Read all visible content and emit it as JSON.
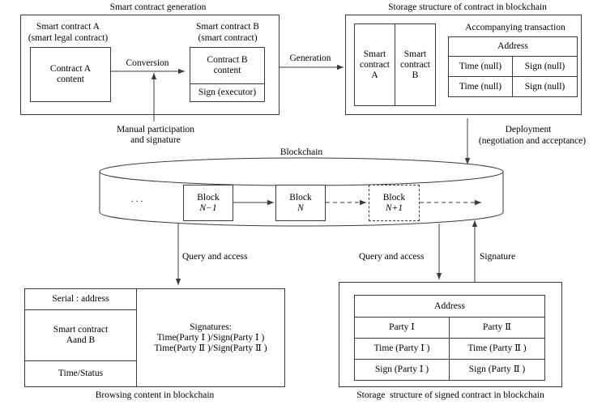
{
  "figure": {
    "title_top_left": "Smart contract generation",
    "title_top_right": "Storage structure of contract in blockchain",
    "title_middle": "Blockchain",
    "caption_bottom_left": "Browsing content in blockchain",
    "caption_bottom_right": "Storage  structure of signed contract in blockchain"
  },
  "top_left": {
    "contract_a_heading_line1": "Smart contract A",
    "contract_a_heading_line2": "(smart legal contract)",
    "contract_a_box_line1": "Contract A",
    "contract_a_box_line2": "content",
    "contract_b_heading_line1": "Smart contract B",
    "contract_b_heading_line2": "(smart contract)",
    "contract_b_box_line1": "Contract B",
    "contract_b_box_line2": "content",
    "contract_b_sign": "Sign (executor)",
    "arrow_conversion": "Conversion",
    "manual_line1": "Manual participation",
    "manual_line2": "and signature"
  },
  "top_right": {
    "arrow_generation": "Generation",
    "smart_contract_a": "Smart\ncontract\nA",
    "smart_contract_b": "Smart\ncontract\nB",
    "accompanying_title": "Accompanying transaction",
    "table": {
      "header": "Address",
      "rows": [
        [
          "Time (null)",
          "Sign (null)"
        ],
        [
          "Time (null)",
          "Sign (null)"
        ]
      ]
    },
    "deployment_line1": "Deployment",
    "deployment_line2": "(negotiation and acceptance)"
  },
  "blockchain": {
    "ellipsis": "···",
    "blocks": [
      {
        "line1": "Block",
        "line2": "N−1",
        "style": "solid"
      },
      {
        "line1": "Block",
        "line2": "N",
        "style": "solid"
      },
      {
        "line1": "Block",
        "line2": "N+1",
        "style": "dashed"
      }
    ]
  },
  "arrows": {
    "query_left": "Query and access",
    "query_right": "Query and access",
    "signature": "Signature"
  },
  "bottom_left": {
    "row1": "Serial : address",
    "row2_line1": "Smart contract",
    "row2_line2": "Aand B",
    "row3": "Time/Status",
    "right_line1": "Signatures:",
    "right_line2": "Time(Party Ⅰ )/Sign(Party Ⅰ )",
    "right_line3": "Time(Party Ⅱ )/Sign(Party Ⅱ )"
  },
  "bottom_right": {
    "header": "Address",
    "rows": [
      [
        "Party Ⅰ",
        "Party Ⅱ"
      ],
      [
        "Time (Party Ⅰ )",
        "Time (Party Ⅱ )"
      ],
      [
        "Sign (Party Ⅰ )",
        "Sign (Party Ⅱ )"
      ]
    ]
  },
  "colors": {
    "stroke": "#3b3b3b",
    "text": "#000000",
    "background": "#ffffff"
  }
}
